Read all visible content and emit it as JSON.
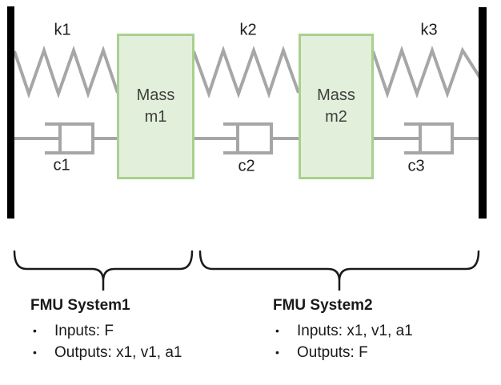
{
  "bullet_glyph": "•",
  "springs": [
    {
      "label": "k1"
    },
    {
      "label": "k2"
    },
    {
      "label": "k3"
    }
  ],
  "dampers": [
    {
      "label": "c1"
    },
    {
      "label": "c2"
    },
    {
      "label": "c3"
    }
  ],
  "masses": [
    {
      "line1": "Mass",
      "line2": "m1"
    },
    {
      "line1": "Mass",
      "line2": "m2"
    }
  ],
  "systems": [
    {
      "title": "FMU System1",
      "bullets": [
        "Inputs: F",
        "Outputs: x1, v1, a1"
      ]
    },
    {
      "title": "FMU System2",
      "bullets": [
        "Inputs: x1, v1, a1",
        "Outputs: F"
      ]
    }
  ],
  "colors": {
    "mass_fill": "#e2efda",
    "mass_border": "#a9d08e",
    "spring_damper_gray": "#a6a6a6",
    "wall_black": "#000000",
    "brace_black": "#1a1a1a",
    "text_dark": "#1f1f1f"
  }
}
